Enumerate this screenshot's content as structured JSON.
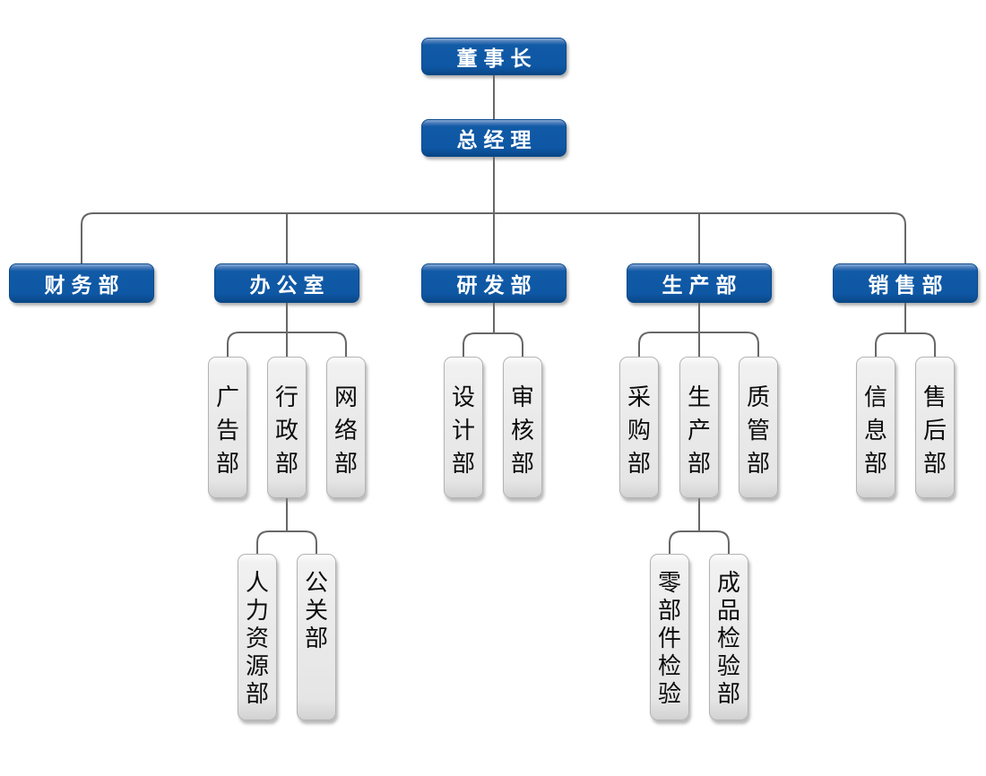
{
  "chart_type": "organization-chart",
  "colors": {
    "node_primary_fill": "#0e57a4",
    "node_primary_border": "#0a4a8c",
    "node_primary_text": "#ffffff",
    "node_secondary_fill": "#eaeaea",
    "node_secondary_border": "#b3b3b3",
    "node_secondary_text": "#0c0c0c",
    "connector": "#676767",
    "background": "#ffffff"
  },
  "nodes": {
    "chairman": {
      "label": "董事长",
      "level": 1
    },
    "general_manager": {
      "label": "总经理",
      "level": 2
    },
    "finance": {
      "label": "财务部",
      "level": 3
    },
    "office": {
      "label": "办公室",
      "level": 3
    },
    "rd": {
      "label": "研发部",
      "level": 3
    },
    "production": {
      "label": "生产部",
      "level": 3
    },
    "sales": {
      "label": "销售部",
      "level": 3
    },
    "advertising": {
      "label": "广告部",
      "level": 4
    },
    "admin": {
      "label": "行政部",
      "level": 4
    },
    "network": {
      "label": "网络部",
      "level": 4
    },
    "design": {
      "label": "设计部",
      "level": 4
    },
    "audit": {
      "label": "审核部",
      "level": 4
    },
    "purchasing": {
      "label": "采购部",
      "level": 4
    },
    "production_sub": {
      "label": "生产部",
      "level": 4
    },
    "quality": {
      "label": "质管部",
      "level": 4
    },
    "information": {
      "label": "信息部",
      "level": 4
    },
    "aftersales": {
      "label": "售后部",
      "level": 4
    },
    "hr": {
      "label": "人力资源部",
      "level": 5
    },
    "pr": {
      "label": "公关部",
      "level": 5
    },
    "parts_inspection": {
      "label": "零部件检验",
      "level": 5
    },
    "finished_inspection": {
      "label": "成品检验部",
      "level": 5
    }
  },
  "hierarchy": [
    {
      "parent": "chairman",
      "children": [
        "general_manager"
      ]
    },
    {
      "parent": "general_manager",
      "children": [
        "finance",
        "office",
        "rd",
        "production",
        "sales"
      ]
    },
    {
      "parent": "office",
      "children": [
        "advertising",
        "admin",
        "network"
      ]
    },
    {
      "parent": "rd",
      "children": [
        "design",
        "audit"
      ]
    },
    {
      "parent": "production",
      "children": [
        "purchasing",
        "production_sub",
        "quality"
      ]
    },
    {
      "parent": "sales",
      "children": [
        "information",
        "aftersales"
      ]
    },
    {
      "parent": "admin",
      "children": [
        "hr",
        "pr"
      ]
    },
    {
      "parent": "production_sub",
      "children": [
        "parts_inspection",
        "finished_inspection"
      ]
    }
  ]
}
